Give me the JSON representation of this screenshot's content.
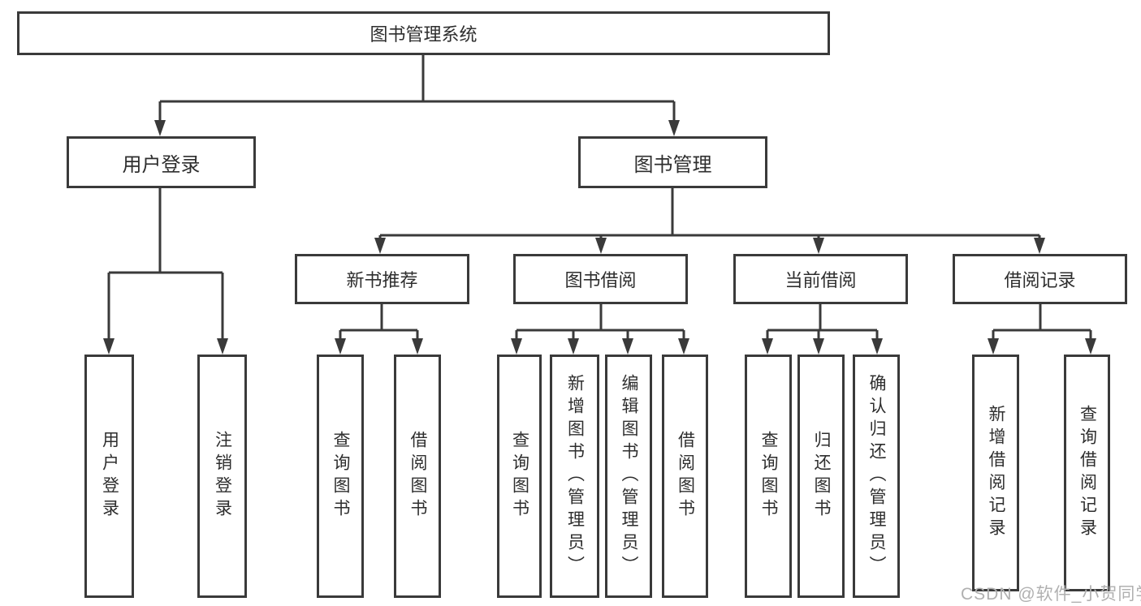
{
  "diagram": {
    "title": "图书管理系统",
    "root": {
      "label": "图书管理系统"
    },
    "level2": [
      {
        "label": "用户登录"
      },
      {
        "label": "图书管理"
      }
    ],
    "level3": [
      {
        "label": "新书推荐"
      },
      {
        "label": "图书借阅"
      },
      {
        "label": "当前借阅"
      },
      {
        "label": "借阅记录"
      }
    ],
    "leaves": [
      {
        "label": "用户登录",
        "parent": "用户登录"
      },
      {
        "label": "注销登录",
        "parent": "用户登录"
      },
      {
        "label": "查询图书",
        "parent": "新书推荐"
      },
      {
        "label": "借阅图书",
        "parent": "新书推荐"
      },
      {
        "label": "查询图书",
        "parent": "图书借阅"
      },
      {
        "label": "新增图书（管理员）",
        "parent": "图书借阅"
      },
      {
        "label": "编辑图书（管理员）",
        "parent": "图书借阅"
      },
      {
        "label": "借阅图书",
        "parent": "图书借阅"
      },
      {
        "label": "查询图书",
        "parent": "当前借阅"
      },
      {
        "label": "归还图书",
        "parent": "当前借阅"
      },
      {
        "label": "确认归还（管理员）",
        "parent": "当前借阅"
      },
      {
        "label": "新增借阅记录",
        "parent": "借阅记录"
      },
      {
        "label": "查询借阅记录",
        "parent": "借阅记录"
      }
    ],
    "watermark": "CSDN @软件_小贺同学"
  },
  "colors": {
    "line": "#3a3a3a",
    "box_border": "#3a3a3a",
    "text": "#2e2e2e",
    "watermark": "#b0b0b0",
    "background": "#ffffff"
  }
}
